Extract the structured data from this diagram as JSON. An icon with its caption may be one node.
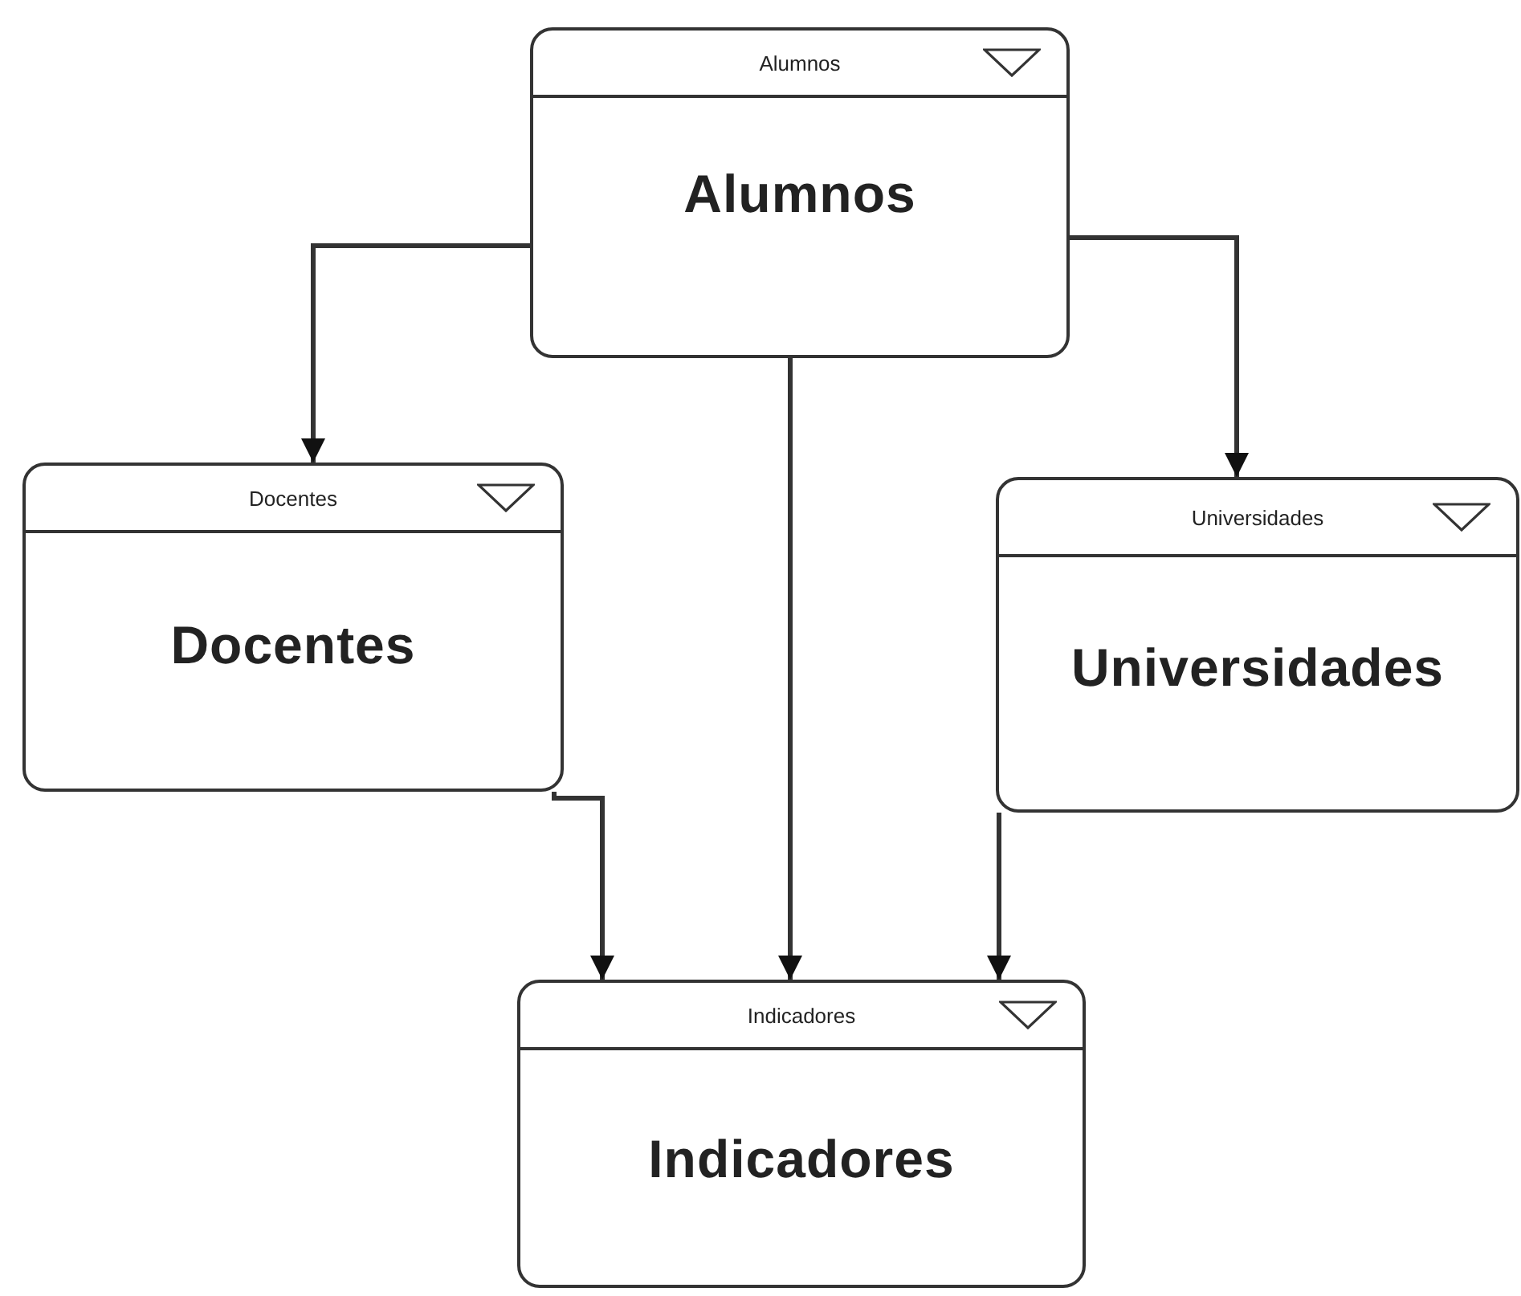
{
  "diagram": {
    "nodes": [
      {
        "text": [
          "Alumnos",
          "Alumnos"
        ]
      },
      {
        "text": [
          "Docentes",
          "Docentes"
        ]
      },
      {
        "text": [
          "Universidades",
          "Universidades"
        ]
      },
      {
        "text": [
          "Indicadores",
          "Indicadores"
        ]
      }
    ],
    "edges": [
      {
        "from": 0,
        "to": 1,
        "arrow": "to"
      },
      {
        "from": 0,
        "to": 2,
        "arrow": "to"
      },
      {
        "from": 0,
        "to": 3,
        "arrow": "to"
      },
      {
        "from": 1,
        "to": 3,
        "arrow": "to"
      },
      {
        "from": 2,
        "to": 3,
        "arrow": "to"
      }
    ]
  }
}
